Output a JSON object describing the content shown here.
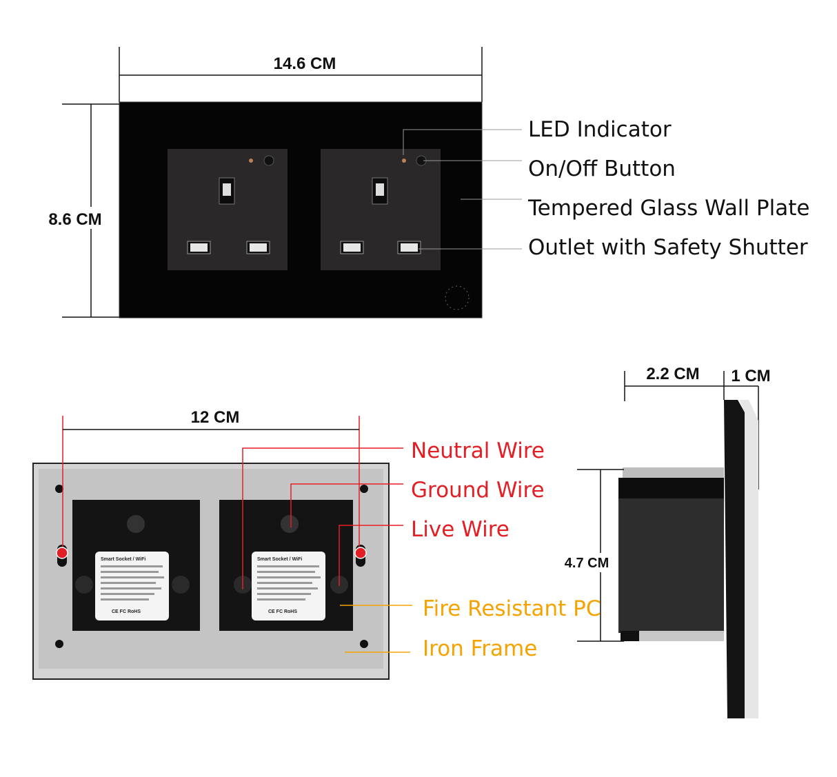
{
  "front_view": {
    "width_label": "14.6 CM",
    "height_label": "8.6 CM",
    "callouts": [
      {
        "text": "LED Indicator"
      },
      {
        "text": "On/Off Button"
      },
      {
        "text": "Tempered Glass Wall Plate"
      },
      {
        "text": "Outlet with Safety Shutter"
      }
    ],
    "plate_color": "#050505"
  },
  "back_view": {
    "width_label": "12 CM",
    "wire_callouts": [
      {
        "text": "Neutral Wire"
      },
      {
        "text": "Ground Wire"
      },
      {
        "text": "Live Wire"
      }
    ],
    "material_callouts": [
      {
        "text": "Fire Resistant PC"
      },
      {
        "text": "Iron Frame"
      }
    ],
    "module_label": {
      "title": "Smart Socket / WiFi",
      "marks": "CE FC RoHS"
    },
    "wire_color": "#e31e24",
    "material_color": "#f5a300"
  },
  "side_view": {
    "depth_label": "2.2 CM",
    "plate_thickness_label": "1 CM",
    "height_label": "4.7 CM"
  }
}
